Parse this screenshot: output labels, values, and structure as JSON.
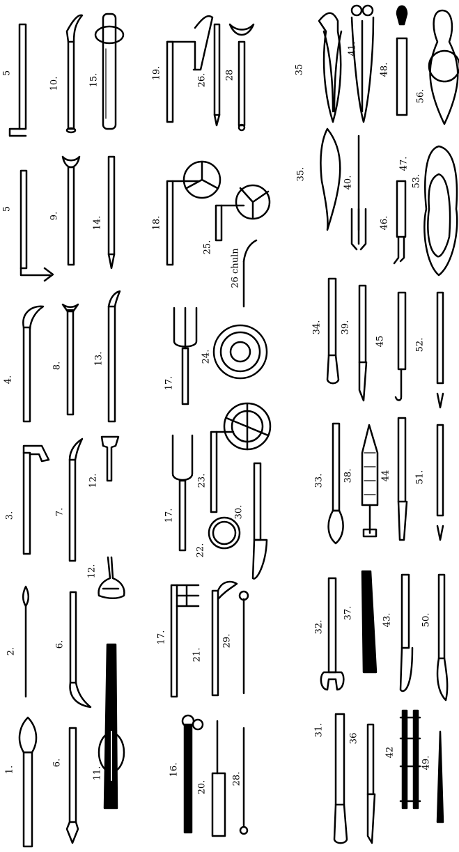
{
  "labels": {
    "n1": "1.",
    "n2": "2.",
    "n3": "3.",
    "n4": "4.",
    "n5a": "5",
    "n5b": "5",
    "n6a": "6.",
    "n6b": "6.",
    "n7": "7.",
    "n8": "8.",
    "n9": "9.",
    "n10": "10.",
    "n11": "11.",
    "n12a": "12.",
    "n12b": "12.",
    "n13": "13.",
    "n14": "14.",
    "n15": "15.",
    "n16": "16.",
    "n17a": "17.",
    "n17b": "17.",
    "n17c": "17.",
    "n18": "18.",
    "n19": "19.",
    "n20": "20.",
    "n21": "21.",
    "n22": "22.",
    "n23": "23.",
    "n24": "24.",
    "n25": "25.",
    "n26a": "26.",
    "n26b": "26 chuln",
    "n28a": "28",
    "n28b": "28.",
    "n29": "29.",
    "n30": "30.",
    "n31": "31.",
    "n32": "32.",
    "n33": "33.",
    "n34": "34.",
    "n35a": "35",
    "n35b": "35.",
    "n36": "36",
    "n37": "37.",
    "n38": "38.",
    "n39": "39.",
    "n40": "40.",
    "n41": "41.",
    "n42": "42",
    "n43": "43.",
    "n44": "44",
    "n45": "45",
    "n46": "46.",
    "n47": "47.",
    "n48": "48.",
    "n49": "49.",
    "n50": "50.",
    "n51": "51.",
    "n52": "52.",
    "n53": "53.",
    "n56": "56."
  }
}
